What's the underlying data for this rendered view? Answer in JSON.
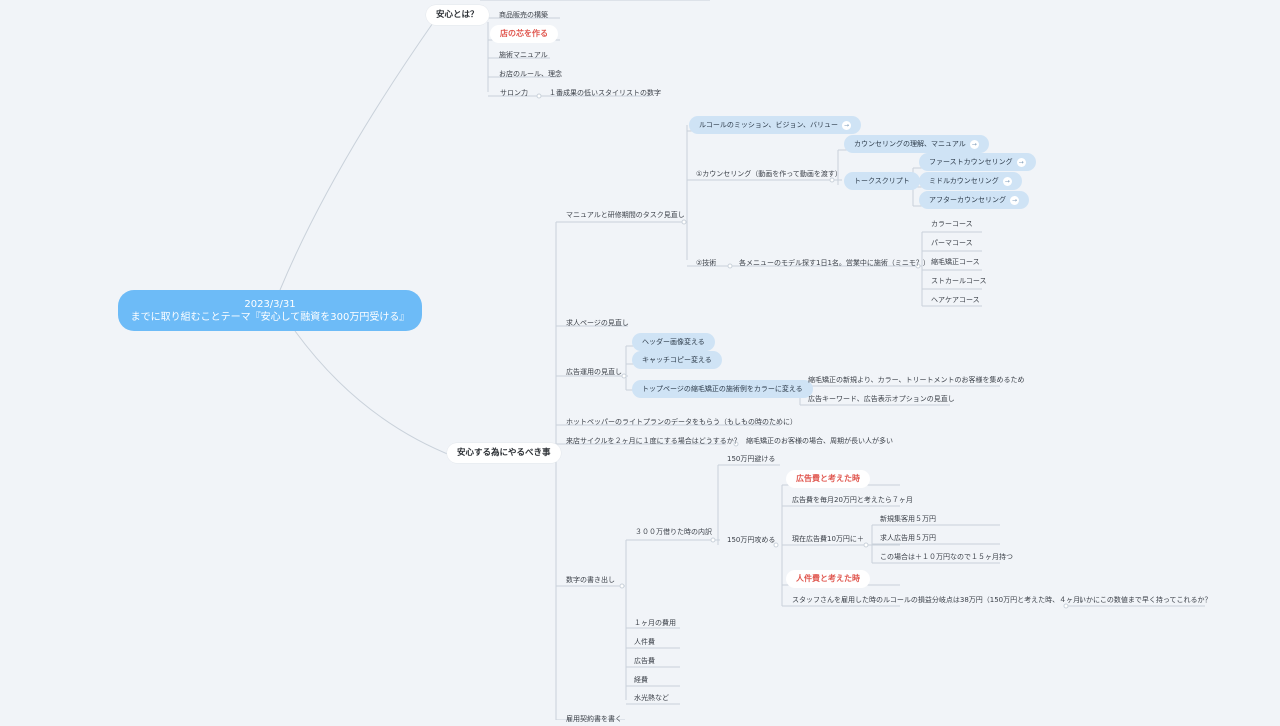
{
  "root": {
    "line1": "2023/3/31",
    "line2": "までに取り組むことテーマ『安心して融資を300万円受ける』"
  },
  "nodes": {
    "anshin": "安心とは？",
    "shohin": "商品販売の構築",
    "mise_shin": "店の芯を作る",
    "shijutsu_manual": "施術マニュアル",
    "mise_rule": "お店のルール、理念",
    "salon": "サロン力",
    "seika": "１番成果の低いスタイリストの数字",
    "yaru": "安心する為にやるべき事",
    "manual_task": "マニュアルと研修期間のタスク見直し",
    "mission": "ルコールのミッション、ビジョン、バリュー",
    "counseling": "①カウンセリング（動画を作って動画を渡す）",
    "counseling_rikai": "カウンセリングの理解、マニュアル",
    "talk": "トークスクリプト",
    "first": "ファーストカウンセリング",
    "middle": "ミドルカウンセリング",
    "after": "アフターカウンセリング",
    "gijutsu": "②技術",
    "model": "各メニューのモデル探す1日1名。営業中に施術（ミニモ？）",
    "color": "カラーコース",
    "perm": "パーマコース",
    "shukumo": "縮毛矯正コース",
    "straight": "ストカールコース",
    "haircare": "ヘアケアコース",
    "kyujin": "求人ページの見直し",
    "kokoku": "広告運用の見直し",
    "header": "ヘッダー画像変える",
    "catch": "キャッチコピー変える",
    "toppage": "トップページの縮毛矯正の施術例をカラーに変える",
    "shukumo_shiki": "縮毛矯正の新規より、カラー、トリートメントのお客様を集めるため",
    "keyword": "広告キーワード、広告表示オプションの見直し",
    "hotpepper": "ホットペッパーのライトプランのデータをもらう（もしもの時のために）",
    "raiten": "来店サイクルを２ヶ月に１度にする場合はどうするか？",
    "raiten_ans": "縮毛矯正のお客様の場合、周期が長い人が多い",
    "suuji": "数字の書き出し",
    "uchiwake": "３００万借りた時の内訳",
    "nokosu": "150万円避ける",
    "semeru": "150万円攻める",
    "kokokuhi_toki": "広告費と考えた時",
    "kokokuhi_20": "広告費を毎月20万円と考えたら７ヶ月",
    "genzai": "現在広告費10万円に＋",
    "shinki": "新規集客用５万円",
    "kyujin_kokoku": "求人広告用５万円",
    "kono_baai": "この場合は＋１０万円なので１５ヶ月持つ",
    "jinkenhi_toki": "人件費と考えた時",
    "staff": "スタッフさんを雇用した時のルコールの損益分岐点は38万円（150万円と考えた時、４ヶ月）",
    "ikani": "いかにこの数値まで早く持ってこれるか？",
    "ikkagetsu": "１ヶ月の費用",
    "jinkenhi": "人件費",
    "kokokuhi": "広告費",
    "keihi": "経費",
    "suiko": "水光熱など",
    "koyou": "雇用契約書を書く"
  },
  "icons": {
    "expand": "arrow-right-icon"
  },
  "colors": {
    "root_bg": "#6dbbf7",
    "pill_bg": "#cfe3f5",
    "highlight_text": "#e0574f",
    "line": "#c9d1da",
    "background": "#f1f4f8"
  }
}
